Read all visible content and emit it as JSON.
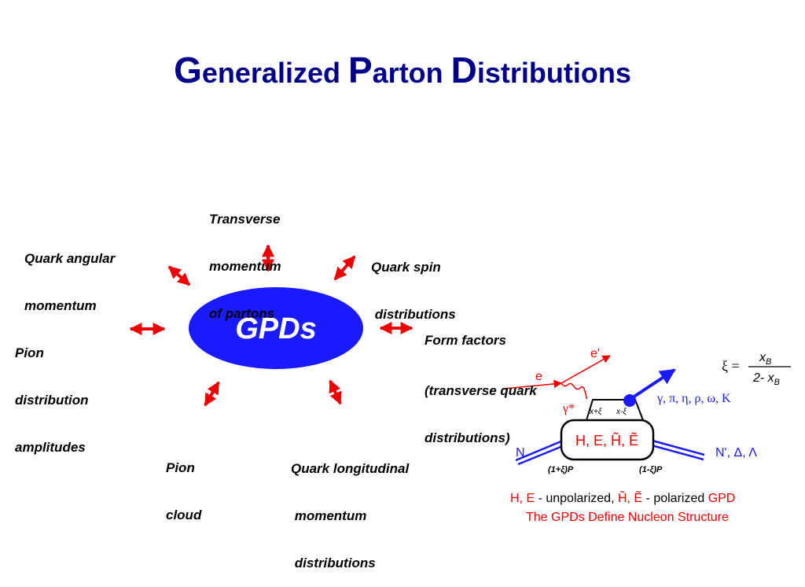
{
  "title": {
    "cap1": "G",
    "rest1": "eneralized ",
    "cap2": "P",
    "rest2": "arton ",
    "cap3": "D",
    "rest3": "istributions"
  },
  "center": {
    "label": "GPDs"
  },
  "topics": {
    "transverse_momentum": [
      "Transverse",
      "momentum",
      "of partons"
    ],
    "quark_angular": [
      "Quark angular",
      "momentum"
    ],
    "quark_spin": [
      "Quark spin",
      " distributions"
    ],
    "pion_da": [
      "Pion",
      "distribution",
      "amplitudes"
    ],
    "form_factors": [
      "Form factors",
      "(transverse quark",
      "distributions)"
    ],
    "pion_cloud": [
      "Pion",
      "cloud"
    ],
    "quark_longitudinal": [
      "Quark longitudinal",
      " momentum",
      " distributions"
    ]
  },
  "dvcs": {
    "electron_in": "e",
    "electron_out": "e'",
    "photon": "γ*",
    "xi_sym": "ξ =",
    "xi_num": "x",
    "xi_num_sub": "B",
    "xi_den": "2- x",
    "xi_den_sub": "B",
    "mesons": "γ, π, η, ρ, ω, K",
    "x_plus": "x+ξ",
    "x_minus": "x-ξ",
    "gpd_box": "H, E, H̃, Ẽ",
    "nucleon_in": "N",
    "nucleon_out": "N', Δ, Λ",
    "mom_left": "(1+ξ)P",
    "mom_right": "(1-ξ)P"
  },
  "caption": {
    "line1_a": "H, E",
    "line1_b": " - unpolarized, ",
    "line1_c": "H̃, Ẽ",
    "line1_d": " - polarized ",
    "line1_e": "GPD",
    "line2": "The GPDs Define Nucleon Structure"
  },
  "colors": {
    "title": "#00008b",
    "ellipse": "#1a1aff",
    "arrow": "#ee0000",
    "diagram_blue": "#1a1aff",
    "diagram_red": "#ee0000"
  }
}
